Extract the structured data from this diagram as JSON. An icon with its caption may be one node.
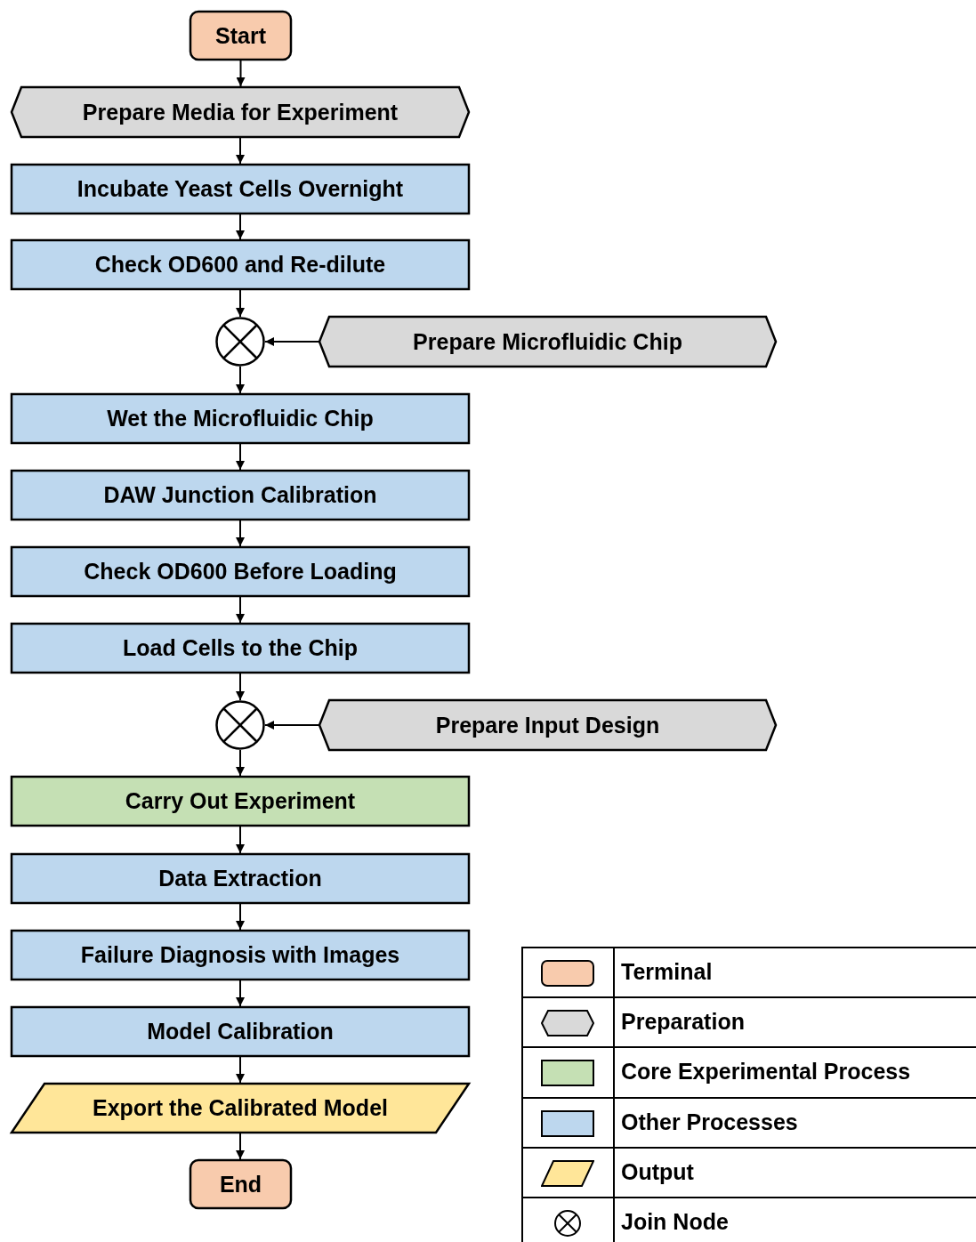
{
  "diagram": {
    "nodes": [
      {
        "text": [
          "Start"
        ]
      },
      {
        "text": [
          "Prepare Media for Experiment"
        ]
      },
      {
        "text": [
          "Incubate Yeast Cells Overnight"
        ]
      },
      {
        "text": [
          "Check OD600 and Re-dilute"
        ]
      },
      {
        "text": [],
        "shape": "circle"
      },
      {
        "text": [
          "Prepare Microfluidic Chip"
        ]
      },
      {
        "text": [
          "Wet the Microfluidic Chip"
        ]
      },
      {
        "text": [
          "DAW Junction Calibration"
        ]
      },
      {
        "text": [
          "Check OD600 Before Loading"
        ]
      },
      {
        "text": [
          "Load Cells to the Chip"
        ]
      },
      {
        "text": [],
        "shape": "circle"
      },
      {
        "text": [
          "Prepare Input Design"
        ]
      },
      {
        "text": [
          "Carry Out Experiment"
        ]
      },
      {
        "text": [
          "Data Extraction"
        ]
      },
      {
        "text": [
          "Failure Diagnosis with Images"
        ]
      },
      {
        "text": [
          "Model Calibration"
        ]
      },
      {
        "text": [
          "Export the Calibrated Model"
        ]
      },
      {
        "text": [
          "End"
        ]
      }
    ],
    "edges": [
      {
        "from": 0,
        "to": 1,
        "arrow": "to"
      },
      {
        "from": 1,
        "to": 2,
        "arrow": "to"
      },
      {
        "from": 2,
        "to": 3,
        "arrow": "to"
      },
      {
        "from": 3,
        "to": 4,
        "arrow": "to"
      },
      {
        "from": 5,
        "to": 4,
        "arrow": "to"
      },
      {
        "from": 4,
        "to": 6,
        "arrow": "to"
      },
      {
        "from": 6,
        "to": 7,
        "arrow": "to"
      },
      {
        "from": 7,
        "to": 8,
        "arrow": "to"
      },
      {
        "from": 8,
        "to": 9,
        "arrow": "to"
      },
      {
        "from": 9,
        "to": 10,
        "arrow": "to"
      },
      {
        "from": 11,
        "to": 10,
        "arrow": "to"
      },
      {
        "from": 10,
        "to": 12,
        "arrow": "to"
      },
      {
        "from": 12,
        "to": 13,
        "arrow": "to"
      },
      {
        "from": 13,
        "to": 14,
        "arrow": "to"
      },
      {
        "from": 14,
        "to": 15,
        "arrow": "to"
      },
      {
        "from": 15,
        "to": 16,
        "arrow": "to"
      },
      {
        "from": 16,
        "to": 17,
        "arrow": "to"
      }
    ],
    "legend": [
      {
        "text": "Terminal",
        "color": "#f8cbad"
      },
      {
        "text": "Preparation"
      },
      {
        "text": "Core Experimental Process",
        "color": "#c5e0b4"
      },
      {
        "text": "Other Processes",
        "color": "#bdd7ee"
      },
      {
        "text": "Output"
      },
      {
        "text": "Join Node"
      }
    ]
  }
}
